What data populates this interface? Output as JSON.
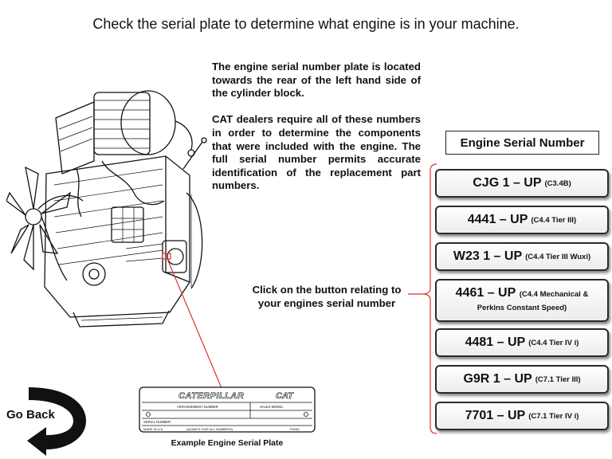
{
  "title": "Check the serial plate to determine what engine is in your machine.",
  "info": {
    "paragraph1": "The engine serial number plate is located towards the rear of the left hand side of the cylinder block.",
    "paragraph2": "CAT dealers require all of these numbers in order to determine the components that were included with the engine. The full serial number permits accurate identification of the replacement part numbers."
  },
  "hint": {
    "line1": "Click on the button relating to",
    "line2": "your engines serial number"
  },
  "serial_header": "Engine Serial Number",
  "buttons": [
    {
      "code": "CJG 1 – UP",
      "model": "(C3.4B)"
    },
    {
      "code": "4441 – UP",
      "model": "(C4.4 Tier III)"
    },
    {
      "code": "W23 1 – UP",
      "model": "(C4.4 Tier III Wuxi)"
    },
    {
      "code": "4461 – UP",
      "model": "(C4.4 Mechanical &",
      "model2": "Perkins Constant Speed)"
    },
    {
      "code": "4481 – UP",
      "model": "(C4.4 Tier IV i)"
    },
    {
      "code": "G9R 1 – UP",
      "model": "(C7.1 Tier III)"
    },
    {
      "code": "7701 – UP",
      "model": "(C7.1 Tier IV i)"
    }
  ],
  "plate": {
    "brand": "CATERPILLAR",
    "logo": "CAT",
    "arrangement_label": "ARRANGEMENT NUMBER",
    "sales_model_label": "SALES MODEL",
    "serial_label": "SERIAL NUMBER",
    "footer_left": "MADE IN U.K.",
    "footer_mid": "(ALWAYS GIVE ALL NUMBERS)",
    "footer_right": "P0046",
    "caption": "Example Engine Serial Plate"
  },
  "go_back_label": "Go Back",
  "colors": {
    "leader_line": "#d9332f",
    "button_border": "#2a2a2a",
    "text": "#111111"
  },
  "icons": {
    "go_back": "curved-arrow-back-icon"
  }
}
